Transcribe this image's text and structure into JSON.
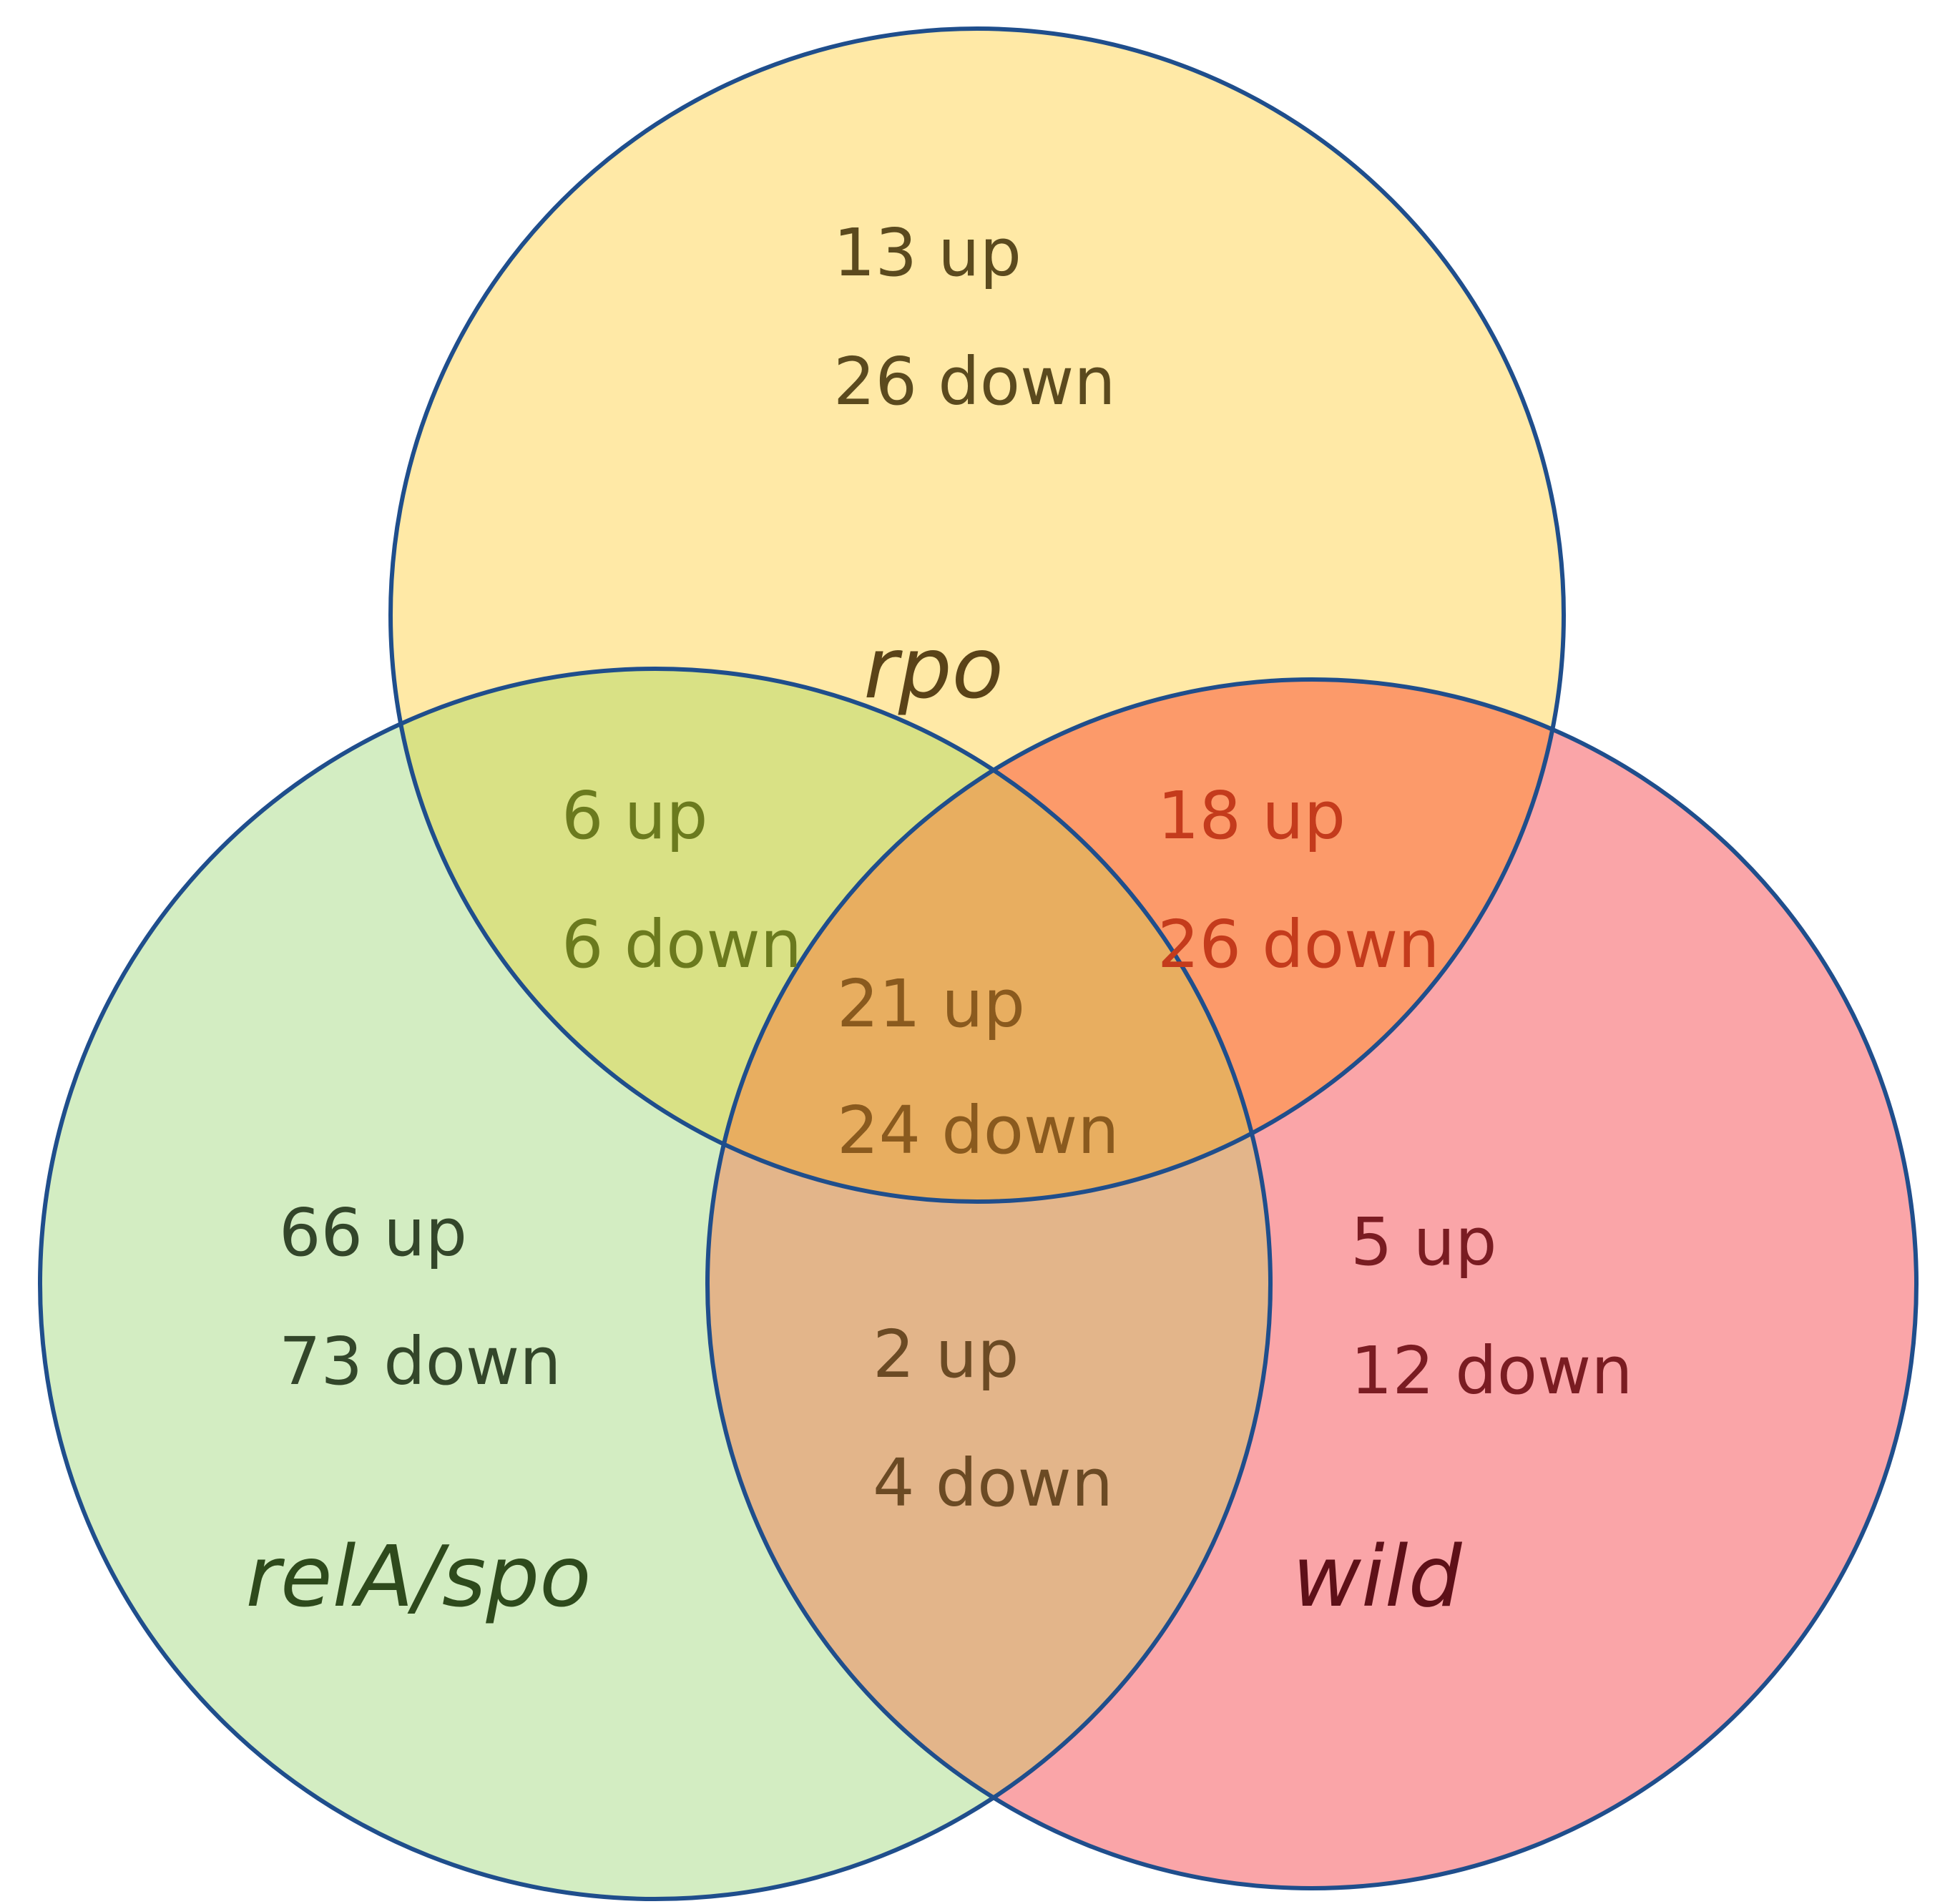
{
  "sets": {
    "rpo": {
      "label": "rpo",
      "fill": "#FFE9A6",
      "label_color": "#5A4318"
    },
    "rela": {
      "label": "relA/spo",
      "fill": "#D3EDC2",
      "label_color": "#2E4A1C"
    },
    "wild": {
      "label": "wild",
      "fill": "#FAA5A8",
      "label_color": "#5E1018"
    }
  },
  "outline_color": "#1F4E8C",
  "regions": {
    "rpo_only": {
      "up": "13 up",
      "down": "26 down",
      "text_color": "#5B4A1E"
    },
    "rela_only": {
      "up": "66 up",
      "down": "73 down",
      "text_color": "#33462A"
    },
    "wild_only": {
      "up": "5 up",
      "down": "12 down",
      "text_color": "#7A1C22"
    },
    "rpo_rela": {
      "up": "6 up",
      "down": "6 down",
      "text_color": "#6B7A1E"
    },
    "rpo_wild": {
      "up": "18 up",
      "down": "26 down",
      "text_color": "#C43B1C"
    },
    "rela_wild": {
      "up": "2 up",
      "down": "4 down",
      "text_color": "#6B4A24"
    },
    "all": {
      "up": "21 up",
      "down": "24 down",
      "text_color": "#8A5A1E"
    }
  },
  "intersection_fills": {
    "rpo_rela": "#D9E185",
    "rpo_wild": "#FC9A6A",
    "rela_wild": "#E3B58A",
    "all": "#E8AE60"
  }
}
